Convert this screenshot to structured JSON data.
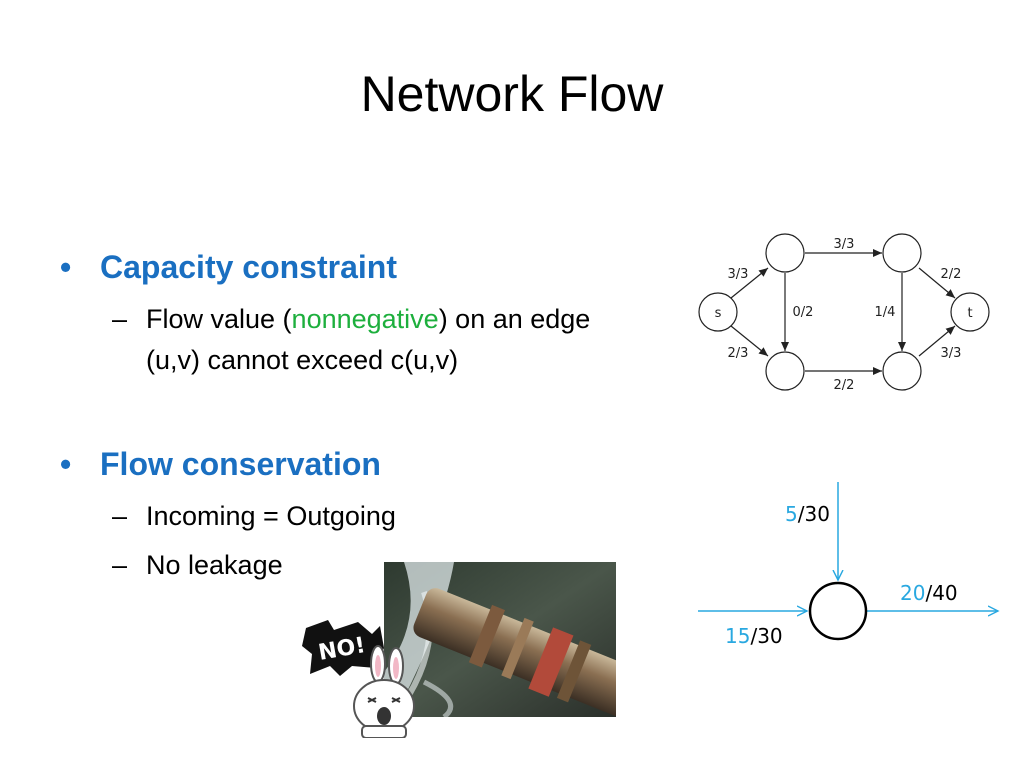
{
  "slide": {
    "title": "Network Flow",
    "bullets": [
      {
        "heading": "Capacity constraint",
        "subs": [
          {
            "pre": "Flow value (",
            "highlight": "nonnegative",
            "post": ") on an edge",
            "line2": "(u,v) cannot exceed c(u,v)"
          }
        ]
      },
      {
        "heading": "Flow conservation",
        "subs": [
          {
            "text": "Incoming = Outgoing"
          },
          {
            "text": "No leakage"
          }
        ]
      }
    ]
  },
  "network": {
    "nodes": {
      "s": "s",
      "t": "t"
    },
    "edges": {
      "s_a": "3/3",
      "s_c": "2/3",
      "a_c": "0/2",
      "a_b": "3/3",
      "c_d": "2/2",
      "b_d": "1/4",
      "b_t": "2/2",
      "d_t": "3/3"
    }
  },
  "conservation": {
    "top": {
      "flow": "5",
      "cap": "/30"
    },
    "left": {
      "flow": "15",
      "cap": "/30"
    },
    "right": {
      "flow": "20",
      "cap": "/40"
    }
  },
  "sticker": {
    "text": "NO!"
  },
  "colors": {
    "heading": "#1a6fc1",
    "highlight": "#1daf3d",
    "flow": "#29a8e0"
  }
}
